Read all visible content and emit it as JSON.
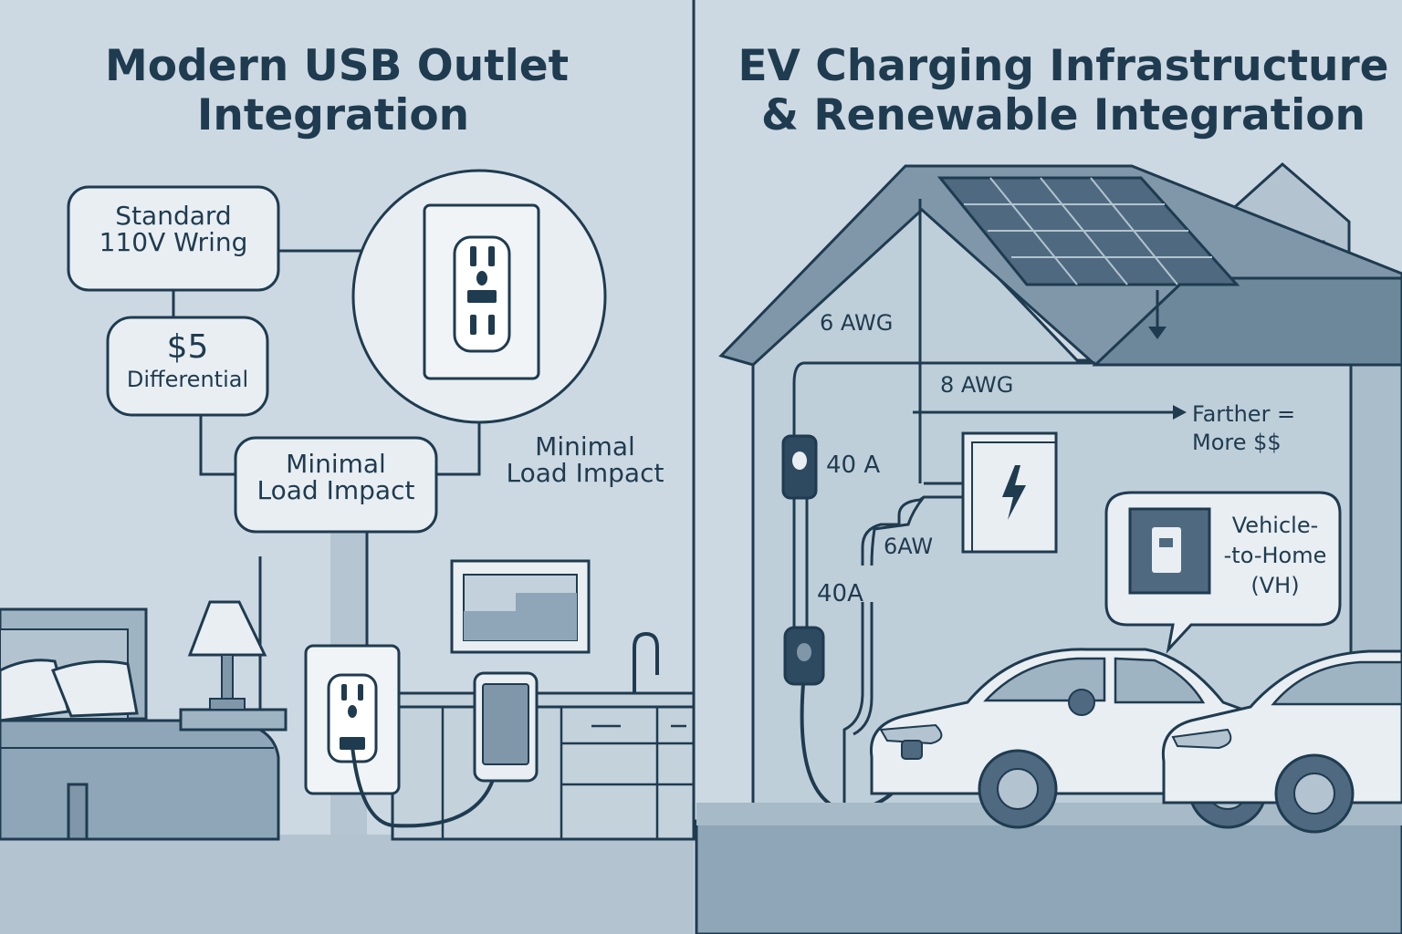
{
  "left_panel": {
    "title_line1": "Modern USB Outlet",
    "title_line2": "Integration",
    "standard_wiring": {
      "line1": "Standard",
      "line2": "110V Wring"
    },
    "differential": {
      "line1": "$5",
      "line2": "Differential"
    },
    "minimal_load_box": {
      "line1": "Minimal",
      "line2": "Load Impact"
    },
    "minimal_load_text": {
      "line1": "Minimal",
      "line2": "Load Impact"
    }
  },
  "right_panel": {
    "title_line1": "EV Charging Infrastructure",
    "title_line2": "& Renewable Integration",
    "wire_6awg": "6 AWG",
    "wire_8awg": "8 AWG",
    "breaker_40a_top": "40 A",
    "wire_6aw": "6AW",
    "breaker_40a_bottom": "40A",
    "farther": {
      "line1": "Farther =",
      "line2": "More $$"
    },
    "v2h": {
      "line1": "Vehicle-",
      "line2": "-to-Home",
      "line3": "(VH)"
    }
  },
  "colors": {
    "background": "#cdd9e2",
    "wall": "#bfcfda",
    "ink": "#1f3b50",
    "floor": "#9fb4c3",
    "solar": "#4f6a80",
    "bubble": "#e8eef2"
  }
}
